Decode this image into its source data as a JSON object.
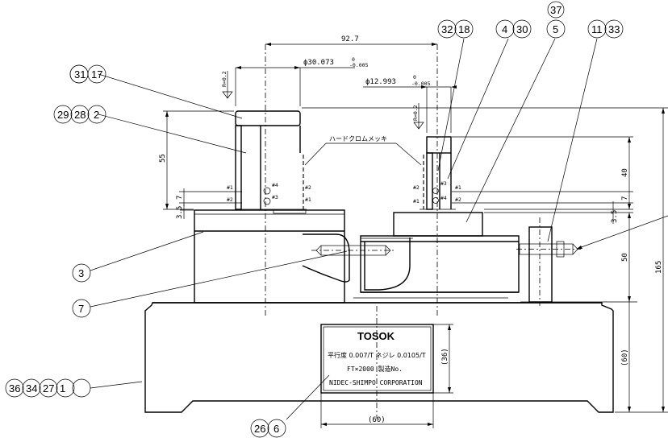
{
  "dimensions": {
    "overall_width": "92.7",
    "diameter_large": "ϕ30.073",
    "diameter_large_tol_upper": "0",
    "diameter_large_tol_lower": "-0.005",
    "diameter_small": "ϕ12.993",
    "diameter_small_tol_upper": "0",
    "diameter_small_tol_lower": "-0.005",
    "height_55": "55",
    "height_40": "40",
    "height_7_left": "7",
    "height_7_right": "7",
    "height_3_5_left": "3.5",
    "height_3_5_right": "3.5",
    "height_50": "50",
    "height_165": "165",
    "height_60_right": "(60)",
    "plate_height": "(36)",
    "plate_width": "(60)",
    "roughness_left": "R=0.2",
    "roughness_right": "R=0.2"
  },
  "annotation": {
    "plating": "ハードクロムメッキ"
  },
  "marks": {
    "m1": "#1",
    "m2": "#2",
    "m3": "#3",
    "m4": "#4"
  },
  "balloons": {
    "b31": "31",
    "b17": "17",
    "b29": "29",
    "b28": "28",
    "b2": "2",
    "b3": "3",
    "b7": "7",
    "b36": "36",
    "b34": "34",
    "b27": "27",
    "b1": "1",
    "b26": "26",
    "b6": "6",
    "b32": "32",
    "b18": "18",
    "b4": "4",
    "b30": "30",
    "b37": "37",
    "b5": "5",
    "b11": "11",
    "b33": "33"
  },
  "nameplate": {
    "logo": "TOSOK",
    "line1": "平行度 0.007/T ネジレ 0.0105/T",
    "line2": "FT×2000  製造No.",
    "line3": "NIDEC-SHIMPO CORPORATION"
  }
}
